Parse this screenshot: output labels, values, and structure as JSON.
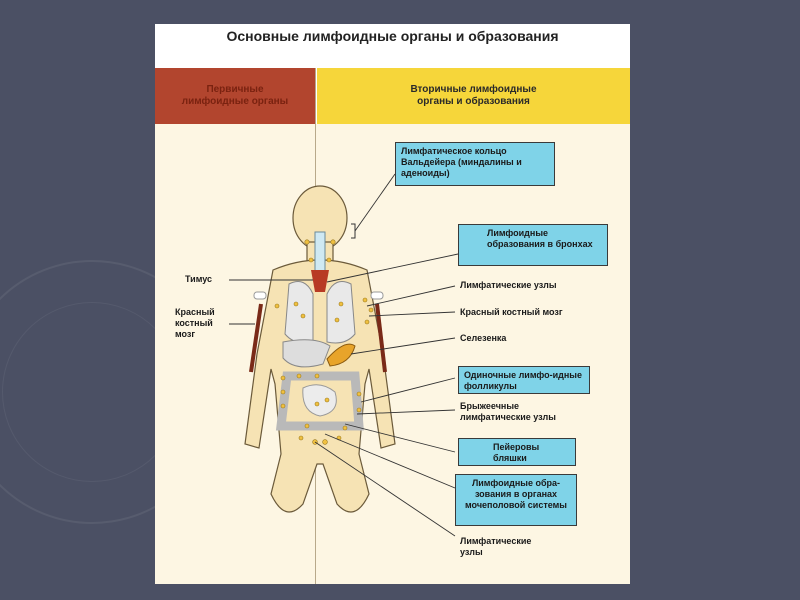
{
  "title": "Основные лимфоидные органы и образования",
  "headers": {
    "primary": "Первичные лимфоидные органы",
    "secondary": "Вторичные лимфоидные органы и образования"
  },
  "left_labels": {
    "thymus": "Тимус",
    "red_marrow_left": "Красный костный мозг"
  },
  "right_labels": {
    "waldeyer_ring": "Лимфатическое кольцо Вальдейера (миндалины и аденоиды)",
    "bronchi": "Лимфоидные образования в бронхах",
    "lymph_nodes_top": "Лимфатические узлы",
    "red_marrow_right": "Красный костный мозг",
    "spleen": "Селезенка",
    "follicles": "Одиночные лимфо-идные фолликулы",
    "mesenteric": "Брыжеечные лимфатические узлы",
    "peyer": "Пейеровы бляшки",
    "urogenital": "Лимфоидные обра-зования в органах мочеполовой системы",
    "lymph_nodes_bottom": "Лимфатические узлы"
  },
  "colors": {
    "background": "#4b5064",
    "primary_header": "#b2452e",
    "secondary_header": "#f6d63a",
    "box_fill": "#7fd3e8",
    "body_fill": "#f6e3b4",
    "node_color": "#f0c040"
  }
}
